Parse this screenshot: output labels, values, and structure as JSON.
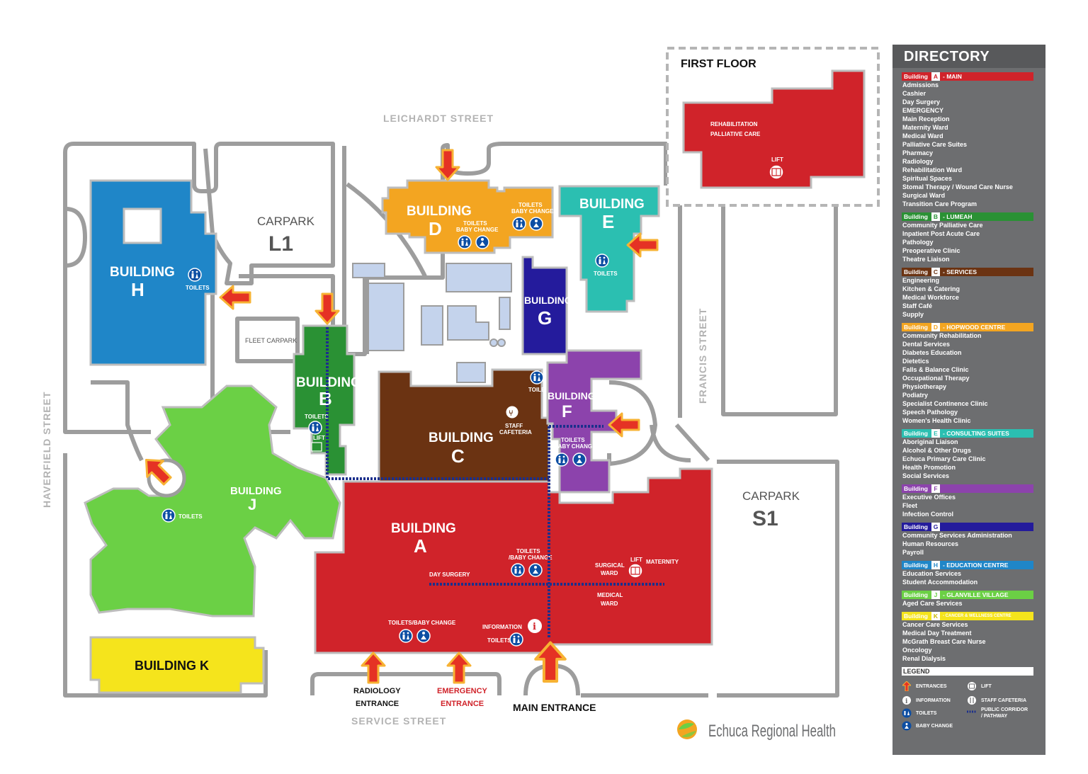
{
  "streets": {
    "leichardt": "LEICHARDT STREET",
    "francis": "FRANCIS STREET",
    "haverfield": "HAVERFIELD STREET",
    "service": "SERVICE STREET"
  },
  "carparks": {
    "l1_word": "CARPARK",
    "l1_code": "L1",
    "s1_word": "CARPARK",
    "s1_code": "S1",
    "fleet": "FLEET CARPARK"
  },
  "buildings": {
    "a": {
      "word": "BUILDING",
      "letter": "A",
      "color": "#d0232a"
    },
    "b": {
      "word": "BUILDING",
      "letter": "B",
      "color": "#2a9134"
    },
    "c": {
      "word": "BUILDING",
      "letter": "C",
      "color": "#6b3312"
    },
    "d": {
      "word": "BUILDING",
      "letter": "D",
      "color": "#f3a521"
    },
    "e": {
      "word": "BUILDING",
      "letter": "E",
      "color": "#2bbfb1"
    },
    "f": {
      "word": "BUILDING",
      "letter": "F",
      "color": "#8c43ac"
    },
    "g": {
      "word": "BUILDING",
      "letter": "G",
      "color": "#241b9c"
    },
    "h": {
      "word": "BUILDING",
      "letter": "H",
      "color": "#1f86c8"
    },
    "j": {
      "word": "BUILDING",
      "letter": "J",
      "color": "#6bd045"
    },
    "k": {
      "label": "BUILDING K",
      "color": "#f5e41c"
    }
  },
  "map_labels": {
    "toilets": "TOILETS",
    "toilets_baby_d1": "TOILETS",
    "baby_change_d1": "BABY CHANGE",
    "toilets_baby_d2": "TOILETS",
    "baby_change_d2": "BABY CHANGE",
    "toilets_e": "TOILETS",
    "toilets_h": "TOILETS",
    "toilets_b": "TOILETS",
    "lift_b": "LIFT",
    "toilets_j": "TOILETS",
    "toilets_c": "TOILETS",
    "staff": "STAFF",
    "cafeteria": "CAFETERIA",
    "toilets_f": "TOILETS",
    "baby_change_f": "BABY CHANGE",
    "toilets_a1": "TOILETS",
    "baby_change_a1": "/BABY CHANGE",
    "day_surgery": "DAY SURGERY",
    "surgical": "SURGICAL",
    "ward1": "WARD",
    "lift_a": "LIFT",
    "maternity": "MATERNITY",
    "medical": "MEDICAL",
    "ward2": "WARD",
    "toilets_baby_a2": "TOILETS/BABY CHANGE",
    "information": "INFORMATION",
    "toilets_a3": "TOILETS"
  },
  "entrances": {
    "radiology_1": "RADIOLOGY",
    "radiology_2": "ENTRANCE",
    "emergency_1": "EMERGENCY",
    "emergency_2": "ENTRANCE",
    "main": "MAIN ENTRANCE"
  },
  "first_floor": {
    "title": "FIRST FLOOR",
    "line1": "REHABILITATION",
    "line2": "PALLIATIVE CARE",
    "lift": "LIFT"
  },
  "logo": {
    "text": "Echuca Regional Health"
  },
  "directory": {
    "title": "DIRECTORY",
    "sections": [
      {
        "name": "Building",
        "letter": "A",
        "title": "- MAIN",
        "color": "#d0232a",
        "textcolor": "#ffffff",
        "items": [
          "Admissions",
          "Cashier",
          "Day Surgery",
          "EMERGENCY",
          "Main Reception",
          "Maternity Ward",
          "Medical Ward",
          "Palliative Care Suites",
          "Pharmacy",
          "Radiology",
          "Rehabilitation Ward",
          "Spiritual Spaces",
          "Stomal Therapy / Wound Care Nurse",
          "Surgical Ward",
          "Transition Care Program"
        ]
      },
      {
        "name": "Building",
        "letter": "B",
        "title": "- LUMEAH",
        "color": "#2a9134",
        "textcolor": "#ffffff",
        "items": [
          "Community Palliative Care",
          "Inpatient Post Acute Care",
          "Pathology",
          "Preoperative Clinic",
          "Theatre Liaison"
        ]
      },
      {
        "name": "Building",
        "letter": "C",
        "title": "- SERVICES",
        "color": "#6b3312",
        "textcolor": "#ffffff",
        "items": [
          "Engineering",
          "Kitchen & Catering",
          "Medical Workforce",
          "Staff Café",
          "Supply"
        ]
      },
      {
        "name": "Building",
        "letter": "D",
        "title": "- HOPWOOD CENTRE",
        "color": "#f3a521",
        "textcolor": "#ffffff",
        "items": [
          "Community Rehabilitation",
          "Dental Services",
          "Diabetes Education",
          "Dietetics",
          "Falls & Balance Clinic",
          "Occupational Therapy",
          "Physiotherapy",
          "Podiatry",
          "Specialist Continence Clinic",
          "Speech Pathology",
          "Women's Health Clinic"
        ]
      },
      {
        "name": "Building",
        "letter": "E",
        "title": "- CONSULTING SUITES",
        "color": "#2bbfb1",
        "textcolor": "#ffffff",
        "items": [
          "Aboriginal Liaison",
          "Alcohol & Other Drugs",
          "Echuca Primary Care Clinic",
          "Health Promotion",
          "Social Services"
        ]
      },
      {
        "name": "Building",
        "letter": "F",
        "title": "",
        "color": "#8c43ac",
        "textcolor": "#ffffff",
        "items": [
          "Executive Offices",
          "Fleet",
          "Infection Control"
        ]
      },
      {
        "name": "Building",
        "letter": "G",
        "title": "",
        "color": "#241b9c",
        "textcolor": "#ffffff",
        "items": [
          "Community Services Administration",
          "Human Resources",
          "Payroll"
        ]
      },
      {
        "name": "Building",
        "letter": "H",
        "title": "- EDUCATION CENTRE",
        "color": "#1f86c8",
        "textcolor": "#ffffff",
        "items": [
          "Education Services",
          "Student Accommodation"
        ]
      },
      {
        "name": "Building",
        "letter": "J",
        "title": "- GLANVILLE VILLAGE",
        "color": "#6bd045",
        "textcolor": "#ffffff",
        "items": [
          "Aged Care Services"
        ]
      },
      {
        "name": "Building",
        "letter": "K",
        "title": "- CANCER & WELLNESS CENTRE",
        "color": "#f5e41c",
        "textcolor": "#ffffff",
        "items": [
          "Cancer Care Services",
          "Medical Day Treatment",
          "McGrath Breast Care Nurse",
          "Oncology",
          "Renal Dialysis"
        ]
      }
    ],
    "legend": {
      "title": "LEGEND",
      "entrances": "ENTRANCES",
      "lift": "LIFT",
      "information": "INFORMATION",
      "staff_cafeteria": "STAFF CAFETERIA",
      "toilets": "TOILETS",
      "corridor_1": "PUBLIC CORRIDOR",
      "corridor_2": "/ PATHWAY",
      "baby_change": "BABY CHANGE"
    }
  },
  "icon_names": [
    "entrance-arrow-icon",
    "toilets-icon",
    "baby-change-icon",
    "lift-icon",
    "information-icon",
    "staff-cafeteria-icon",
    "corridor-icon"
  ]
}
